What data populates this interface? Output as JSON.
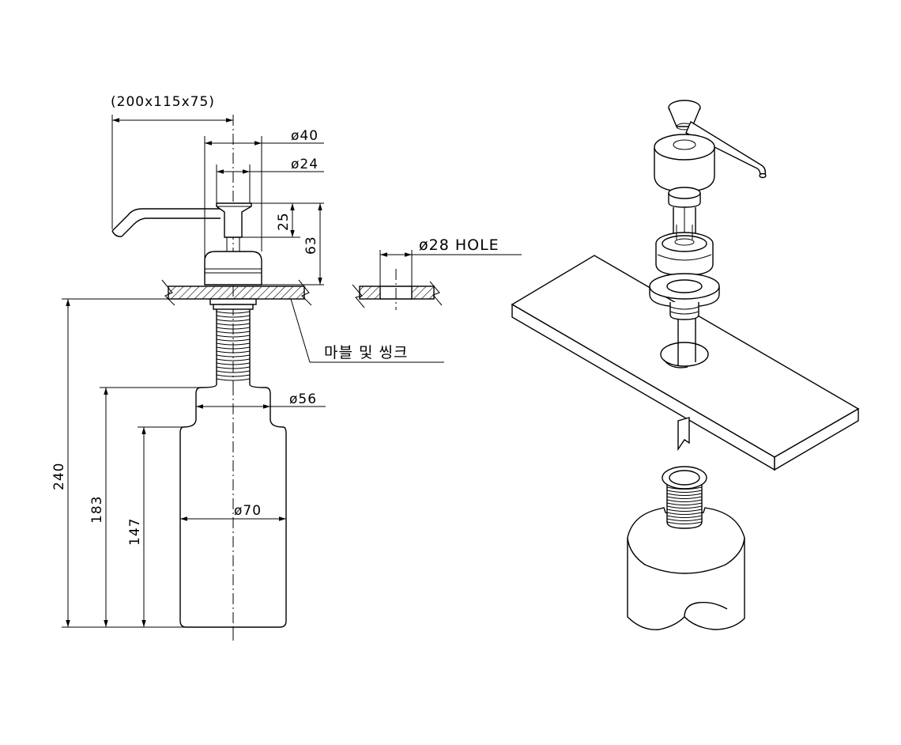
{
  "dimensions": {
    "overall_size": "(200x115x75)",
    "diameter_40": "ø40",
    "diameter_24": "ø24",
    "height_25": "25",
    "height_63": "63",
    "hole": "ø28 HOLE",
    "diameter_56": "ø56",
    "diameter_70": "ø70",
    "height_240": "240",
    "height_183": "183",
    "height_147": "147"
  },
  "labels": {
    "counter_label": "마블 및 씽크"
  },
  "colors": {
    "line": "#000000",
    "background": "#ffffff"
  }
}
